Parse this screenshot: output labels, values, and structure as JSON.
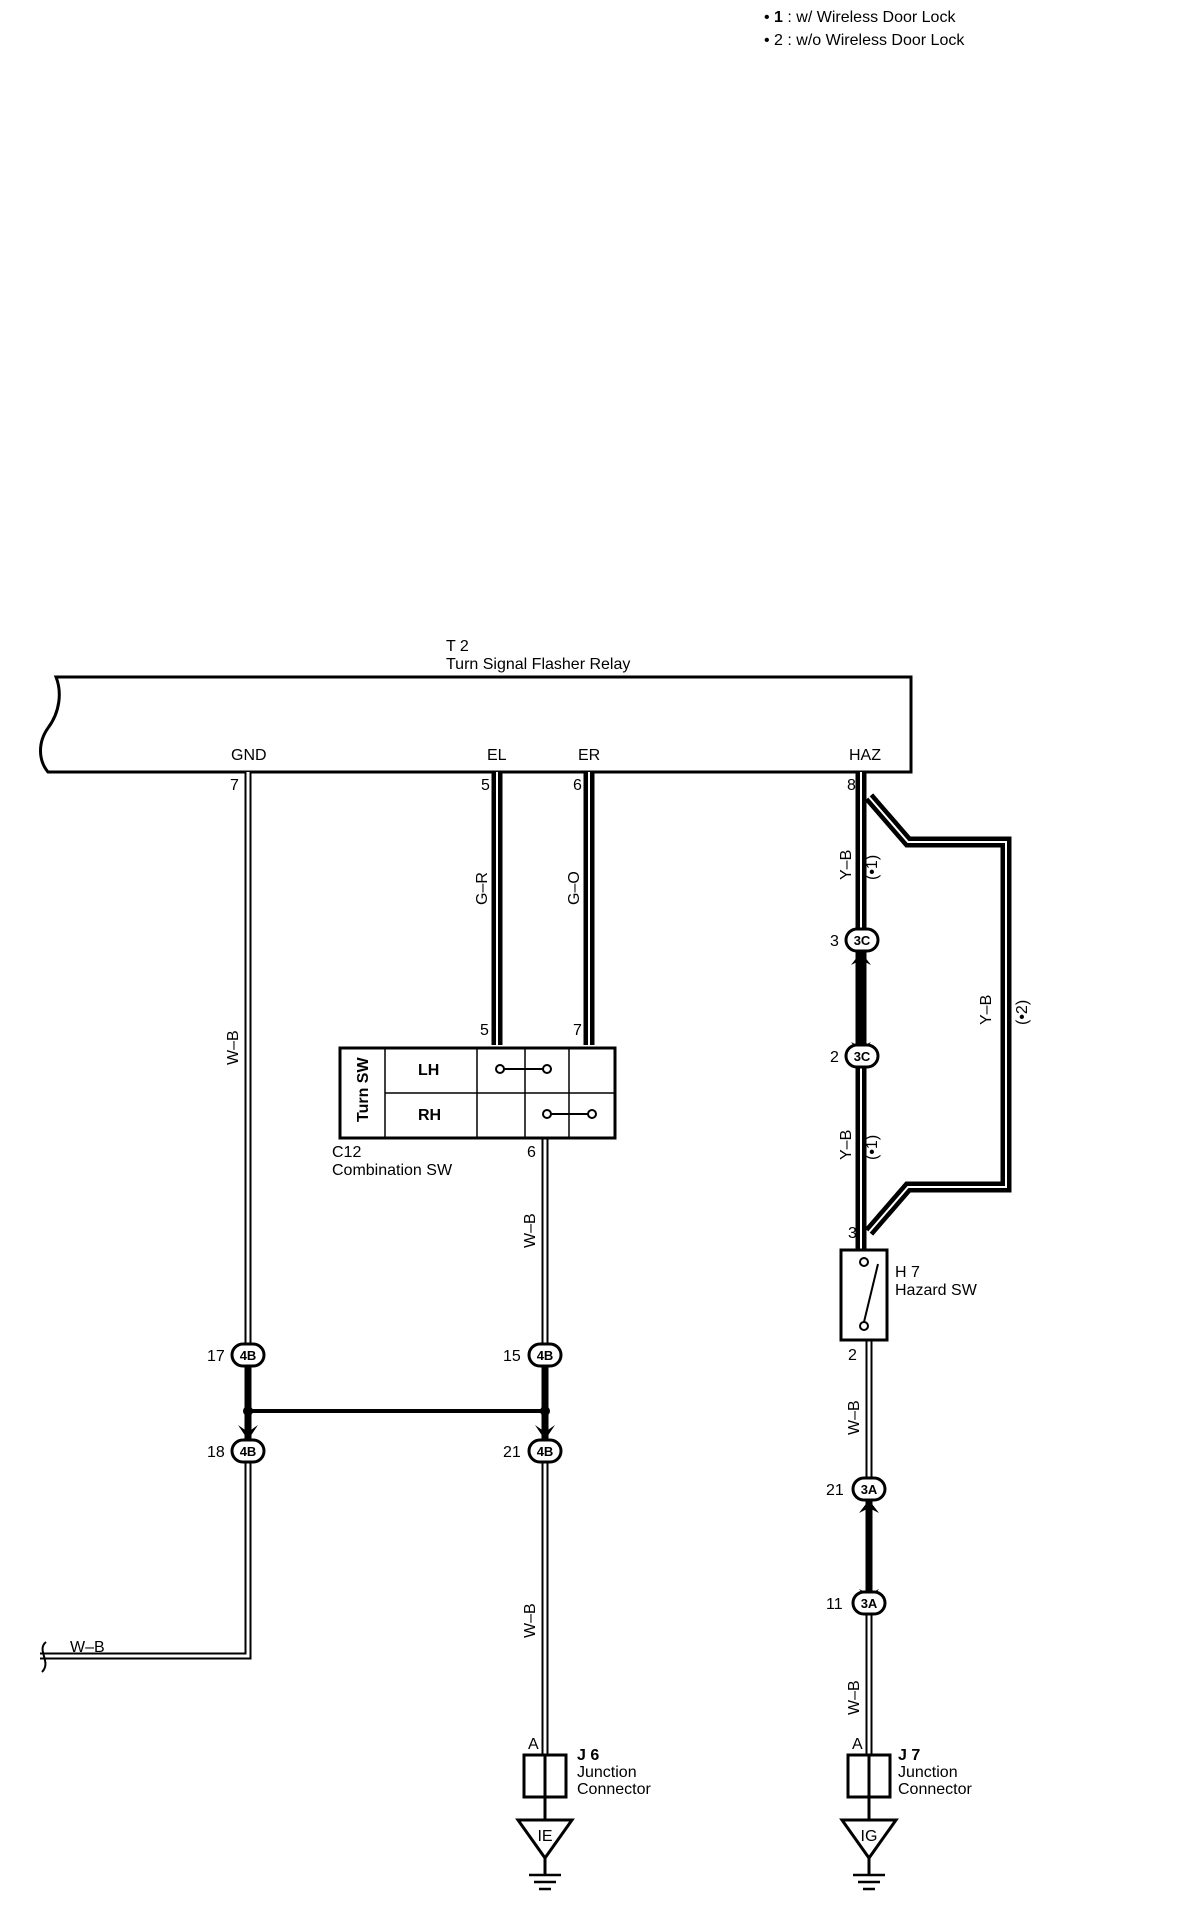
{
  "notes": [
    {
      "prefix": "• ",
      "num": "1",
      "text": " : w/ Wireless Door Lock"
    },
    {
      "prefix": "• ",
      "num": "2",
      "text": " : w/o Wireless Door Lock"
    }
  ],
  "relay": {
    "id": "T 2",
    "name": "Turn Signal Flasher Relay"
  },
  "relay_pins": {
    "gnd": "GND",
    "el": "EL",
    "er": "ER",
    "haz": "HAZ"
  },
  "pin_nums": {
    "gnd": "7",
    "el": "5",
    "er": "6",
    "haz": "8",
    "sw_in_l": "5",
    "sw_in_r": "7",
    "sw_out": "6",
    "haz_top": "3",
    "haz_bot": "2"
  },
  "wires": {
    "gr": "G–R",
    "go": "G–O",
    "yb": "Y–B",
    "wb": "W–B",
    "star1": "(•1)",
    "star2": "(•2)"
  },
  "combo_sw": {
    "title": "Turn SW",
    "lh": "LH",
    "rh": "RH",
    "id": "C12",
    "name": "Combination SW"
  },
  "hazard_sw": {
    "id": "H 7",
    "name": "Hazard SW"
  },
  "connectors": [
    {
      "code": "3C",
      "pin": "3"
    },
    {
      "code": "3C",
      "pin": "2"
    },
    {
      "code": "4B",
      "pin": "17"
    },
    {
      "code": "4B",
      "pin": "15"
    },
    {
      "code": "4B",
      "pin": "18"
    },
    {
      "code": "4B",
      "pin": "21"
    },
    {
      "code": "3A",
      "pin": "21"
    },
    {
      "code": "3A",
      "pin": "11"
    }
  ],
  "junctions": [
    {
      "id": "J 6",
      "line1": "Junction",
      "line2": "Connector",
      "pin": "A",
      "ground": "IE"
    },
    {
      "id": "J 7",
      "line1": "Junction",
      "line2": "Connector",
      "pin": "A",
      "ground": "IG"
    }
  ]
}
